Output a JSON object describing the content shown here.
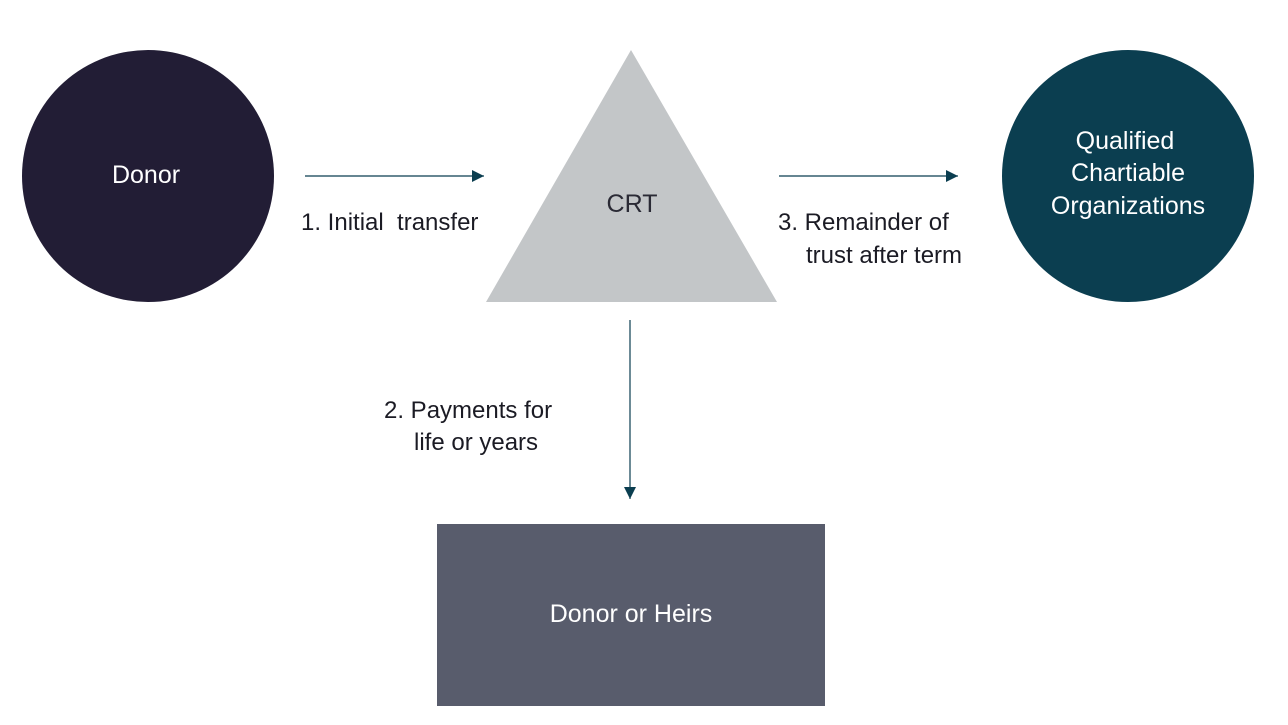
{
  "colors": {
    "donor_fill": "#221d35",
    "crt_fill": "#c3c6c8",
    "charity_fill": "#0b3e50",
    "heirs_fill": "#585c6c",
    "arrow": "#0b3e50",
    "text_dark": "#1b1b24",
    "text_light": "#ffffff"
  },
  "nodes": {
    "donor": {
      "shape": "circle",
      "label": "Donor"
    },
    "crt": {
      "shape": "triangle",
      "label": "CRT"
    },
    "charity": {
      "shape": "circle",
      "label_lines": [
        "Qualified",
        "Chartiable",
        "Organizations"
      ]
    },
    "heirs": {
      "shape": "rectangle",
      "label": "Donor or Heirs"
    }
  },
  "edges": {
    "transfer": {
      "from": "donor",
      "to": "crt",
      "label": "1. Initial  transfer"
    },
    "payments": {
      "from": "crt",
      "to": "heirs",
      "label_lines": [
        "2. Payments for",
        "life or years"
      ]
    },
    "remainder": {
      "from": "crt",
      "to": "charity",
      "label_lines": [
        "3. Remainder of",
        "trust after term"
      ]
    }
  }
}
